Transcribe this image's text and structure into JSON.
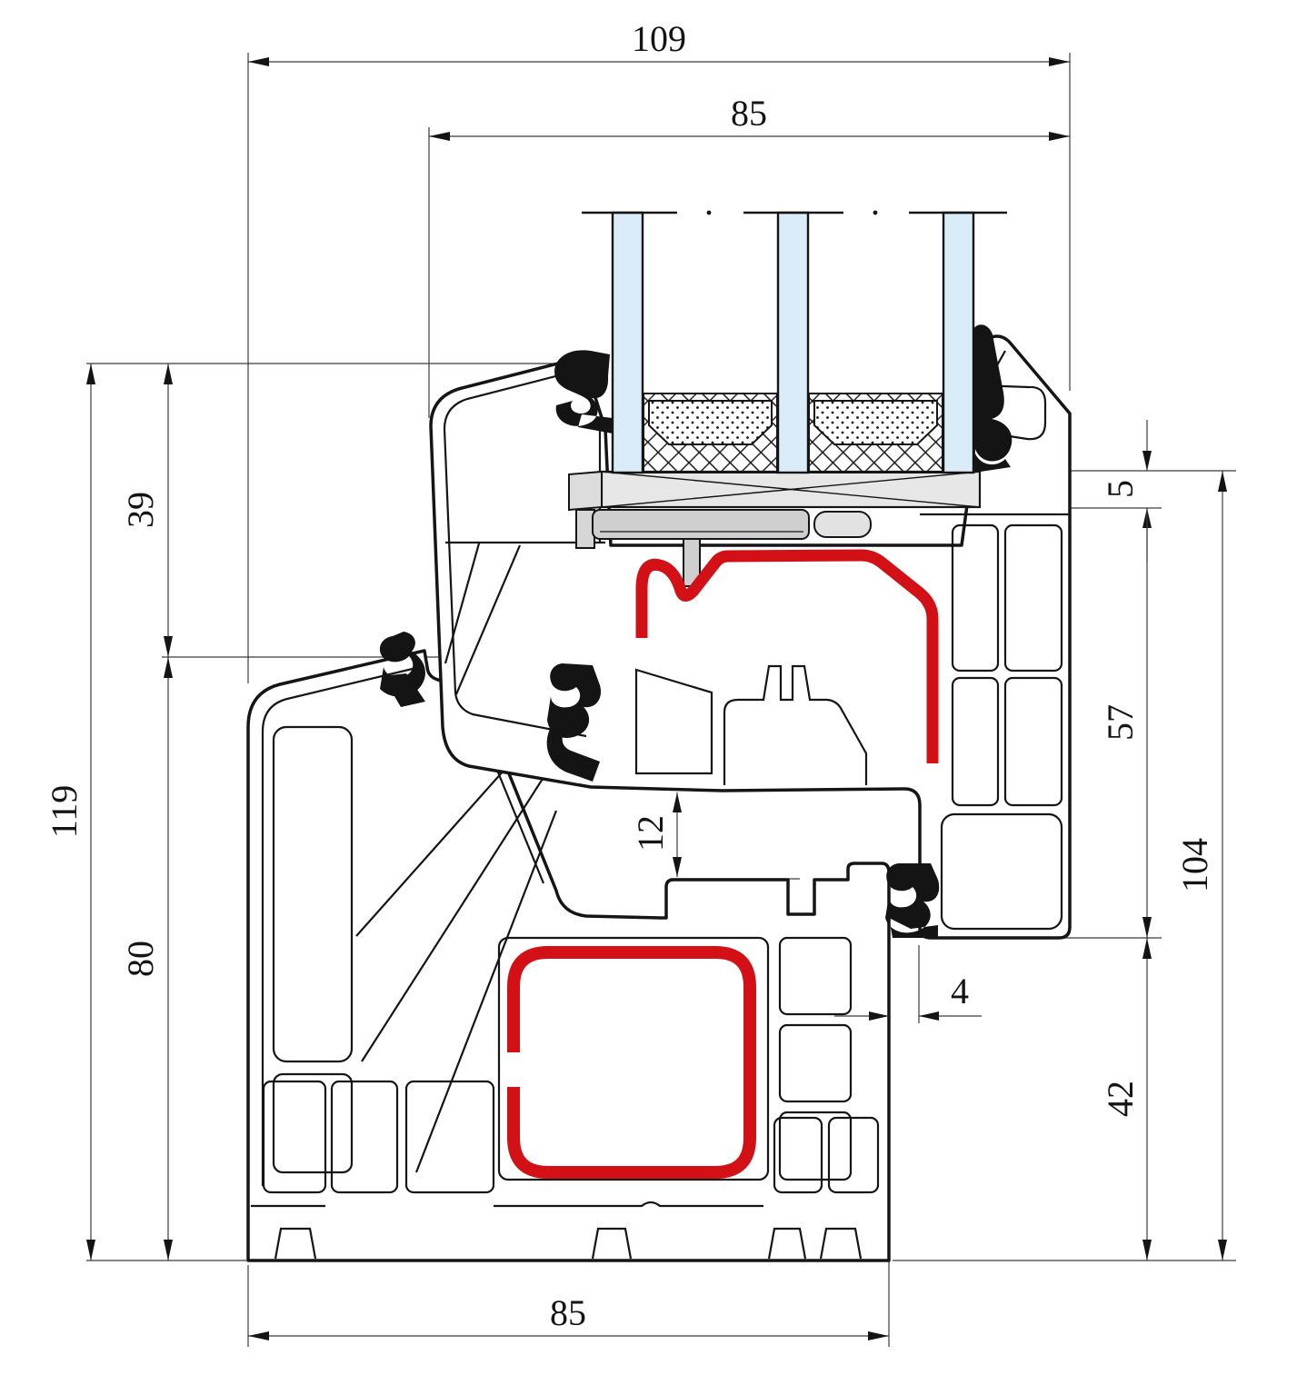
{
  "dims": {
    "overall_depth_top": "109",
    "sash_width_top": "85",
    "sash_upper_height": "39",
    "overall_height": "119",
    "frame_height": "80",
    "glass_cover": "5",
    "mid_height": "57",
    "combined_height": "104",
    "frame_lower_height": "42",
    "rebate_gap": "12",
    "air_clearance": "4",
    "frame_width_bottom": "85"
  },
  "colors": {
    "profile_line": "#151515",
    "dimension_line": "#3c3c3c",
    "glass_fill": "#daecf8",
    "packer_light": "#e7e7e7",
    "packer_mid": "#cfcfcf",
    "steel_red": "#d31016",
    "gasket_black": "#141414"
  }
}
